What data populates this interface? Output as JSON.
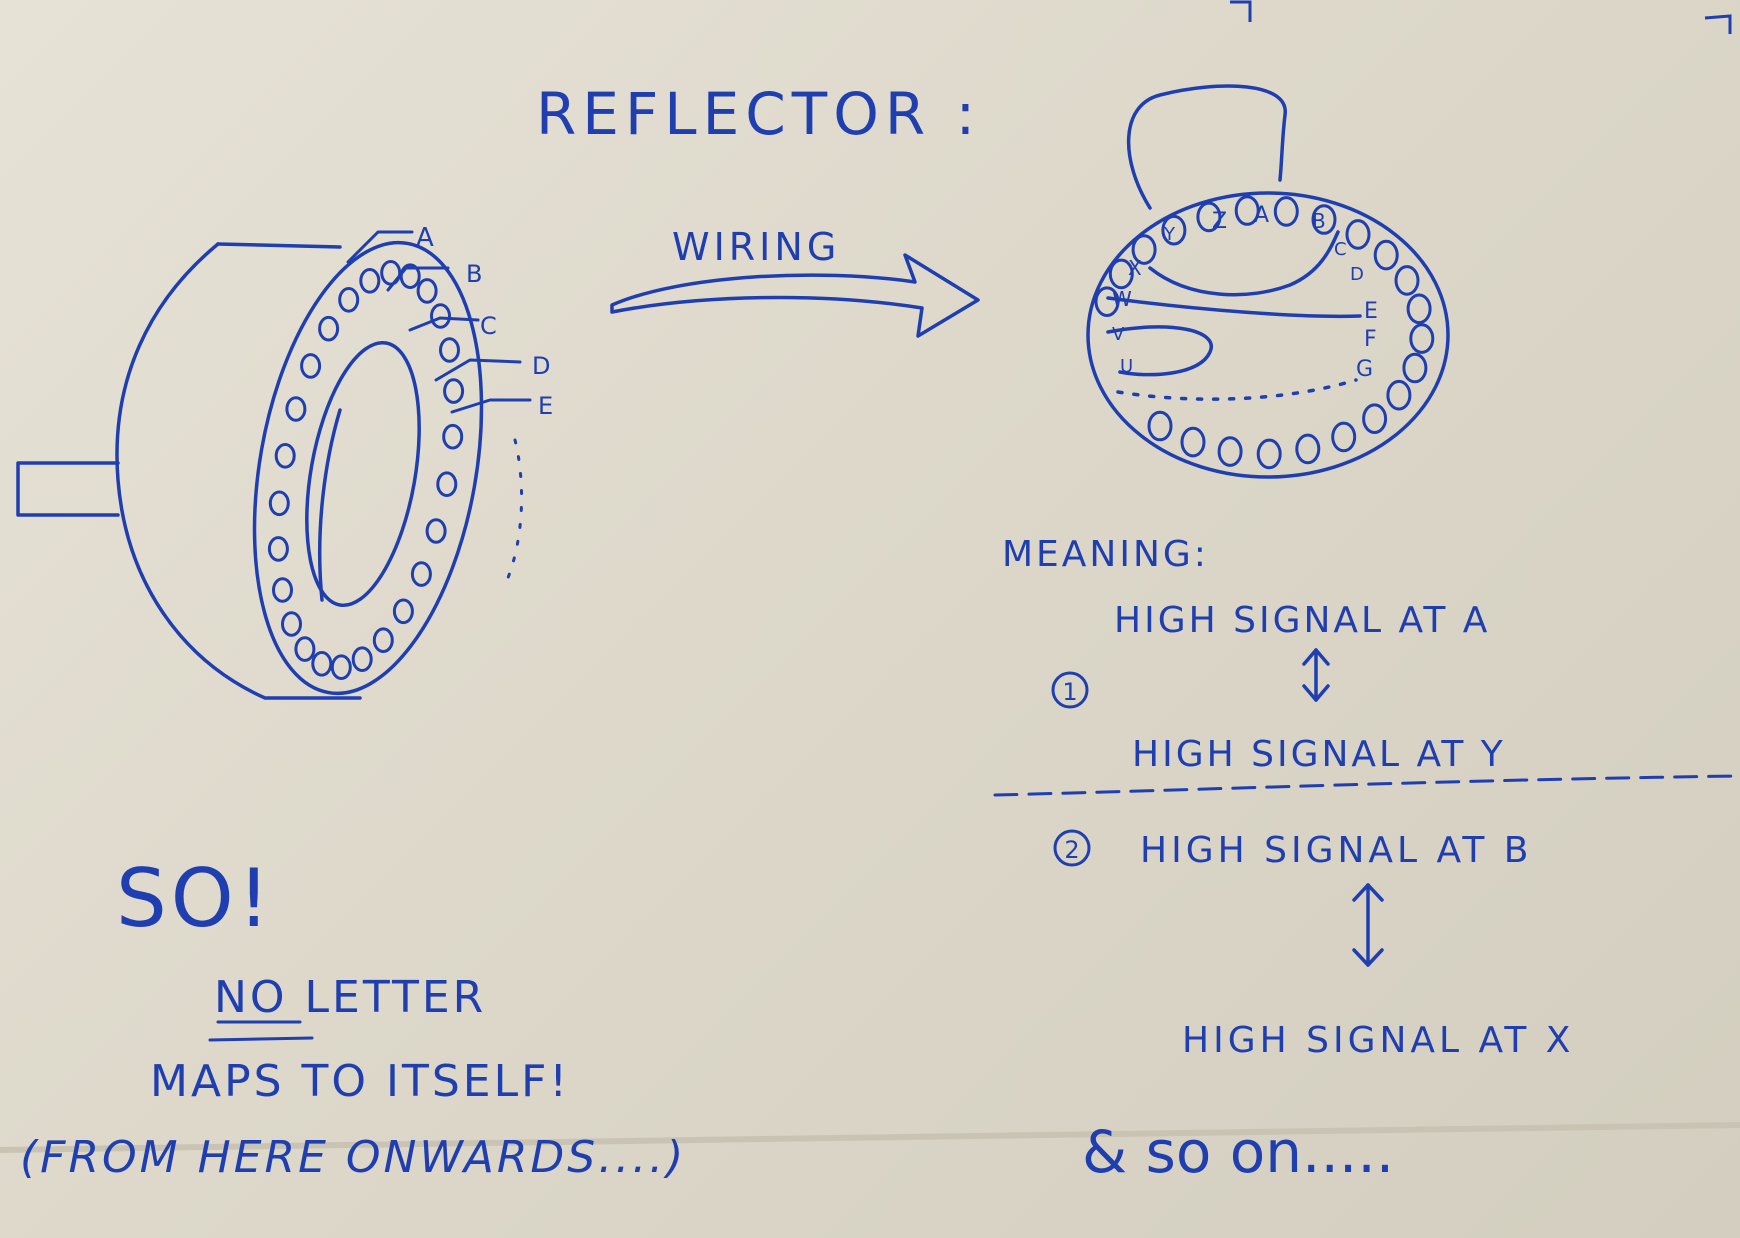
{
  "title": "REFLECTOR :",
  "arrow_label": "WIRING",
  "rotor_letters": [
    "A",
    "B",
    "C",
    "D",
    "E"
  ],
  "reflector_letters": {
    "y": "Y",
    "z": "Z",
    "a": "A",
    "b": "B",
    "c": "C",
    "d": "D",
    "e": "E",
    "f": "F",
    "g": "G",
    "x": "X",
    "w": "W",
    "v": "V",
    "u": "U"
  },
  "meaning": {
    "heading": "MEANING:",
    "item1_number": "1",
    "item1_top": "HIGH SIGNAL AT A",
    "item1_bottom": "HIGH SIGNAL AT Y",
    "item2_number": "2",
    "item2_top": "HIGH SIGNAL AT B",
    "item2_bottom": "HIGH SIGNAL AT X",
    "closing": "& so on....."
  },
  "conclusion": {
    "exclaim": "SO!",
    "line1": "NO LETTER",
    "line2": "MAPS TO ITSELF!",
    "line3": "(FROM HERE ONWARDS....)"
  },
  "colors": {
    "ink": "#1f3fb0",
    "paper": "#e3dfd3"
  }
}
